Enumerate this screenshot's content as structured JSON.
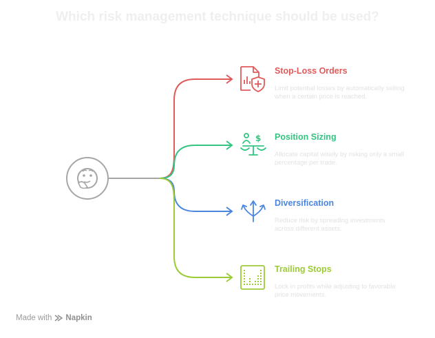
{
  "title": "Which risk management technique should be used?",
  "center_icon": "thinking-face-icon",
  "options": [
    {
      "title": "Stop-Loss Orders",
      "description": "Limit potential losses by automatically selling when a certain price is reached.",
      "color": "#e05a5a",
      "icon": "document-shield-icon"
    },
    {
      "title": "Position Sizing",
      "description": "Allocate capital wisely by risking only a small percentage per trade.",
      "color": "#33c482",
      "icon": "balance-scale-icon"
    },
    {
      "title": "Diversification",
      "description": "Reduce risk by spreading investments across different assets.",
      "color": "#4a86e0",
      "icon": "diverging-arrows-icon"
    },
    {
      "title": "Trailing Stops",
      "description": "Lock in profits while adjusting to favorable price movements.",
      "color": "#9ccb35",
      "icon": "dot-chart-icon"
    }
  ],
  "footer": {
    "made_with": "Made with",
    "brand": "Napkin"
  }
}
